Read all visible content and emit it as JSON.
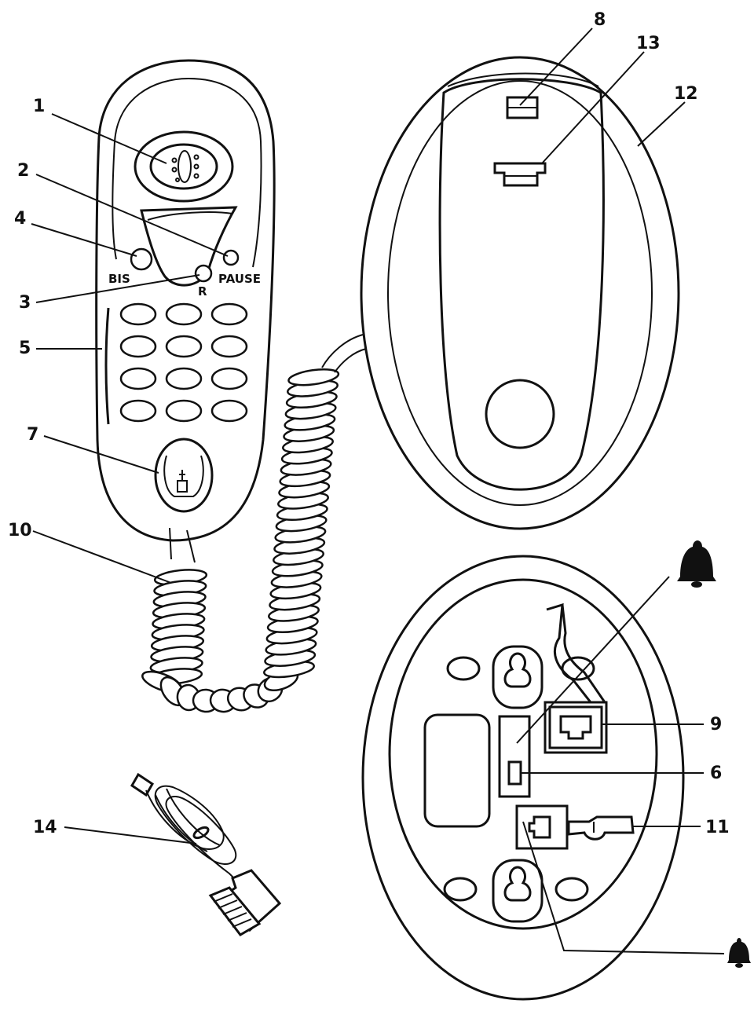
{
  "callouts": {
    "c1": "1",
    "c2": "2",
    "c3": "3",
    "c4": "4",
    "c5": "5",
    "c6": "6",
    "c7": "7",
    "c8": "8",
    "c9": "9",
    "c10": "10",
    "c11": "11",
    "c12": "12",
    "c13": "13",
    "c14": "14"
  },
  "buttons": {
    "bis": "BIS",
    "r": "R",
    "pause": "PAUSE"
  },
  "icons": {
    "ringer_top": "bell-icon",
    "ringer_bottom": "bell-icon"
  },
  "colors": {
    "ink": "#111111",
    "paper": "#ffffff"
  }
}
